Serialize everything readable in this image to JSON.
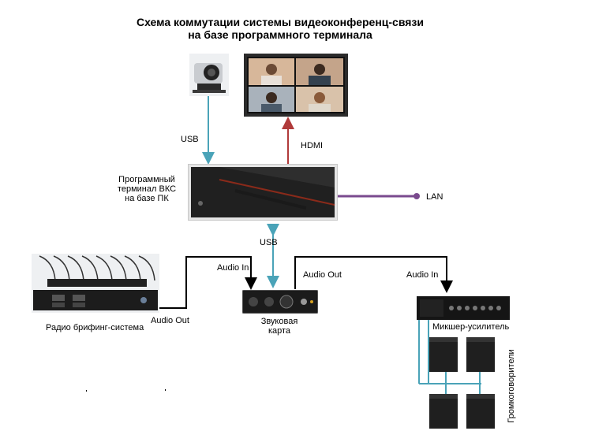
{
  "title_line1": "Схема коммутации системы видеоконференц-связи",
  "title_line2": "на базе программного терминала",
  "labels": {
    "usb_top": "USB",
    "hdmi": "HDMI",
    "lan": "LAN",
    "terminal_line1": "Программный",
    "terminal_line2": "терминал ВКС",
    "terminal_line3": "на базе ПК",
    "usb_bottom": "USB",
    "audio_in_left": "Audio In",
    "audio_out_mid": "Audio Out",
    "audio_in_right": "Audio In",
    "audio_out_left": "Audio Out",
    "briefing": "Радио брифинг-система",
    "soundcard_line1": "Звуковая",
    "soundcard_line2": "карта",
    "mixer": "Микшер-усилитель",
    "speakers": "Громкоговорители"
  },
  "colors": {
    "usb": "#4aa3b8",
    "hdmi": "#b03a3a",
    "lan": "#7a4a8e",
    "audio": "#000000"
  }
}
